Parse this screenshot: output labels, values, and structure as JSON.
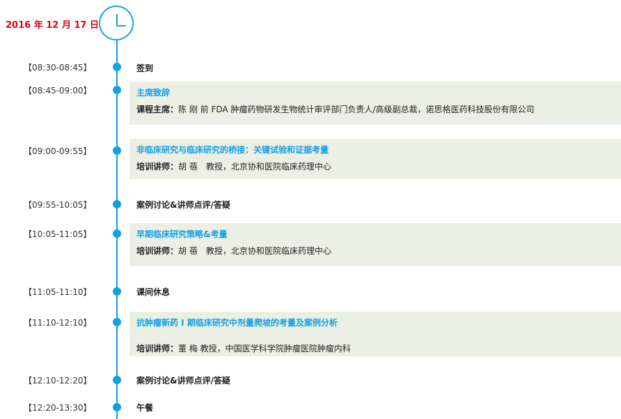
{
  "date": "2016 年 12 月 17 日",
  "colors": {
    "accent": "#12a0e6",
    "date": "#e0001b",
    "box_bg": "#ecefe3"
  },
  "icons": {
    "header": "clock-icon",
    "marker": "timeline-dot"
  },
  "sessions": [
    {
      "time": "【08:30-08:45】",
      "title": "签到"
    },
    {
      "time": "【08:45-09:00】",
      "title": "主席致辞",
      "label": "课程主席：",
      "detail": "陈 刚 前 FDA 肿瘤药物研发生物统计审评部门负责人/高级副总裁，诺思格医药科技股份有限公司"
    },
    {
      "time": "【09:00-09:55】",
      "title": "非临床研究与临床研究的桥接：关键试验和证据考量",
      "label": "培训讲师：",
      "detail": "胡 蓓　教授，北京协和医院临床药理中心"
    },
    {
      "time": "【09:55-10:05】",
      "title": "案例讨论&讲师点评/答疑"
    },
    {
      "time": "【10:05-11:05】",
      "title": "早期临床研究策略&考量",
      "label": "培训讲师：",
      "detail": "胡 蓓　教授，北京协和医院临床药理中心"
    },
    {
      "time": "【11:05-11:10】",
      "title": "课间休息"
    },
    {
      "time": "【11:10-12:10】",
      "title": "抗肿瘤新药 I 期临床研究中剂量爬坡的考量及案例分析",
      "label": "培训讲师：",
      "detail": "董 梅 教授，中国医学科学院肿瘤医院肿瘤内科"
    },
    {
      "time": "【12:10-12:20】",
      "title": "案例讨论&讲师点评/答疑"
    },
    {
      "time": "【12:20-13:30】",
      "title": "午餐"
    }
  ]
}
